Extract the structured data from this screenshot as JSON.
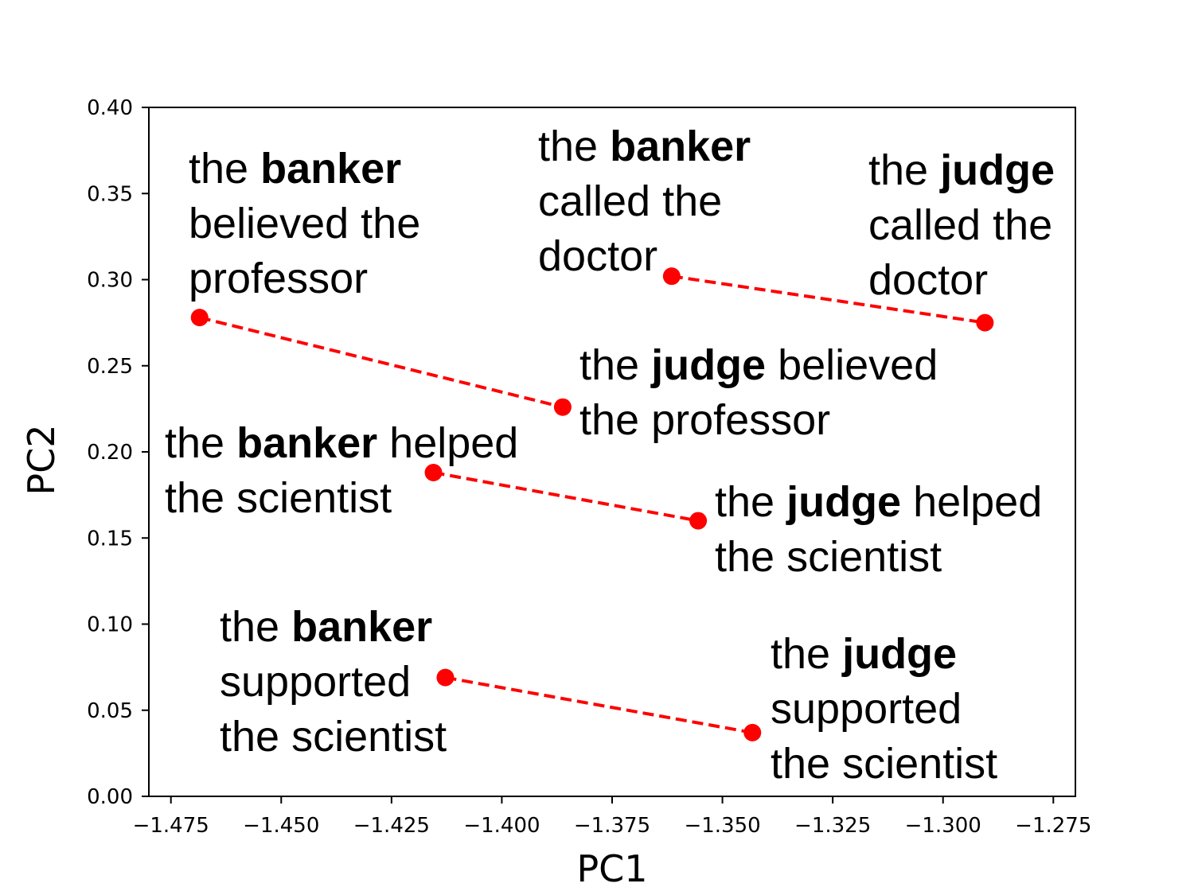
{
  "chart_data": {
    "type": "scatter",
    "title": "",
    "xlabel": "PC1",
    "ylabel": "PC2",
    "xlim": [
      -1.48,
      -1.27
    ],
    "ylim": [
      0.0,
      0.4
    ],
    "xticks": [
      "−1.475",
      "−1.450",
      "−1.425",
      "−1.400",
      "−1.375",
      "−1.350",
      "−1.325",
      "−1.300",
      "−1.275"
    ],
    "yticks": [
      "0.00",
      "0.05",
      "0.10",
      "0.15",
      "0.20",
      "0.25",
      "0.30",
      "0.35",
      "0.40"
    ],
    "line_style": "dashed",
    "color": "#ff0000",
    "pairs": [
      {
        "points": [
          {
            "x": -1.3615,
            "y": 0.302,
            "label": [
              "the |banker|",
              "called the",
              "doctor"
            ]
          },
          {
            "x": -1.2905,
            "y": 0.275,
            "label": [
              "the |judge|",
              "called the",
              "doctor"
            ]
          }
        ]
      },
      {
        "points": [
          {
            "x": -1.4685,
            "y": 0.278,
            "label": [
              "the |banker|",
              "believed the",
              "professor"
            ]
          },
          {
            "x": -1.3862,
            "y": 0.226,
            "label": [
              "the |judge| believed",
              "the professor"
            ]
          }
        ]
      },
      {
        "points": [
          {
            "x": -1.4155,
            "y": 0.188,
            "label": [
              "the |banker| helped",
              "the scientist"
            ]
          },
          {
            "x": -1.3555,
            "y": 0.16,
            "label": [
              "the |judge| helped",
              "the scientist"
            ]
          }
        ]
      },
      {
        "points": [
          {
            "x": -1.4128,
            "y": 0.069,
            "label": [
              "the |banker|",
              "supported",
              "the scientist"
            ]
          },
          {
            "x": -1.3432,
            "y": 0.037,
            "label": [
              "the |judge|",
              "supported",
              "the scientist"
            ]
          }
        ]
      }
    ]
  }
}
